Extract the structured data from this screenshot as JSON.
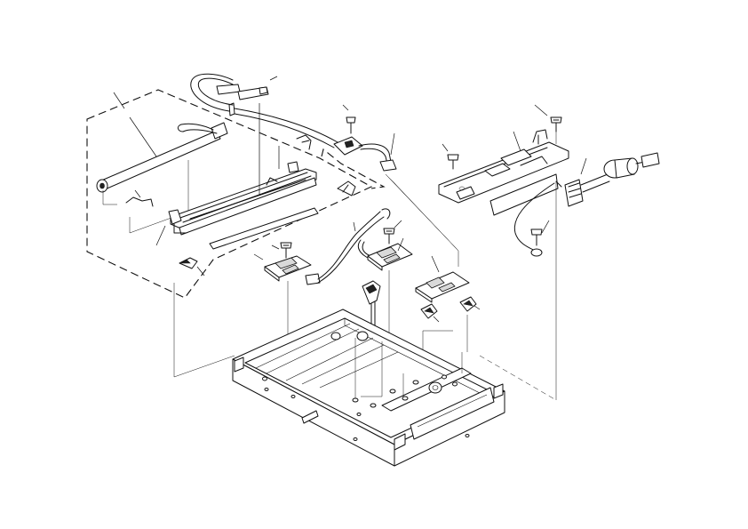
{
  "diagram": {
    "parts": [
      {
        "id": "lamp-harness-assembly"
      },
      {
        "id": "exposure-lamp"
      },
      {
        "id": "lamp-stay-spring"
      },
      {
        "id": "first-scanner"
      },
      {
        "id": "lamp-connector-bracket"
      },
      {
        "id": "wire-clamp"
      },
      {
        "id": "scanner-guide-rail"
      },
      {
        "id": "screw-left"
      },
      {
        "id": "lamp-regulator-board"
      },
      {
        "id": "relay-harness"
      },
      {
        "id": "screw-center"
      },
      {
        "id": "screw-upper"
      },
      {
        "id": "connector-board"
      },
      {
        "id": "sensor-board-left"
      },
      {
        "id": "sensor-board-right"
      },
      {
        "id": "cable-tie-left"
      },
      {
        "id": "cable-tie-center"
      },
      {
        "id": "cable-tie-right"
      },
      {
        "id": "screw-cover"
      },
      {
        "id": "scanner-cover-bracket"
      },
      {
        "id": "ferrite-harness"
      },
      {
        "id": "ground-screw"
      },
      {
        "id": "scanner-frame"
      }
    ]
  }
}
